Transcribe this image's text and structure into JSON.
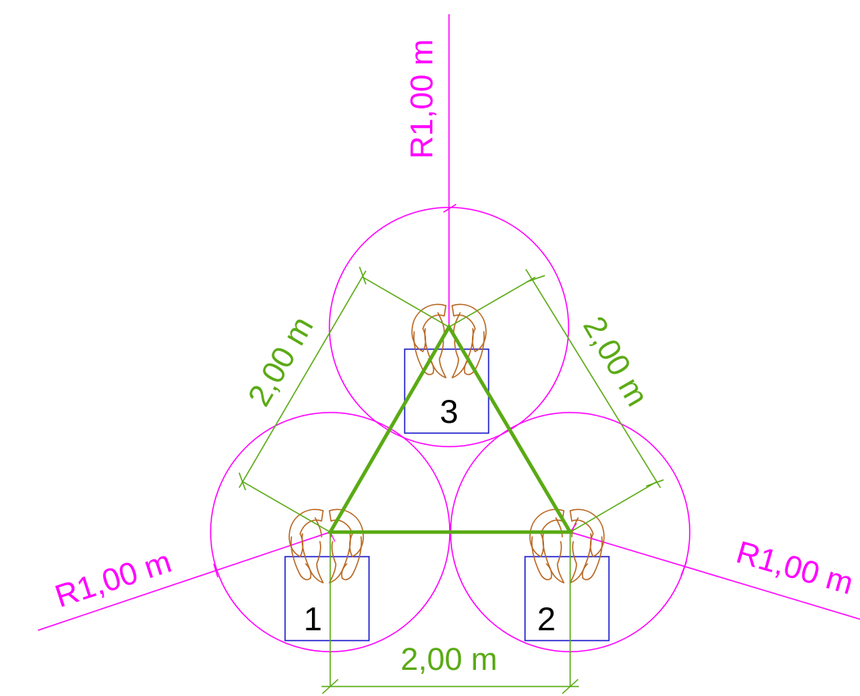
{
  "diagram": {
    "radius_labels": {
      "top": "R1,00 m",
      "left": "R1,00 m",
      "right": "R1,00 m"
    },
    "distance_labels": {
      "bottom": "2,00 m",
      "left": "2,00 m",
      "right": "2,00 m"
    },
    "seat_numbers": {
      "seat_1": "1",
      "seat_2": "2",
      "seat_3": "3"
    },
    "colors": {
      "radius": "#ff00ff",
      "dimension": "#5aaa14",
      "triangle": "#5aaa14",
      "seat": "#1a1acc",
      "person": "#b8661f",
      "text": "#000000"
    }
  }
}
